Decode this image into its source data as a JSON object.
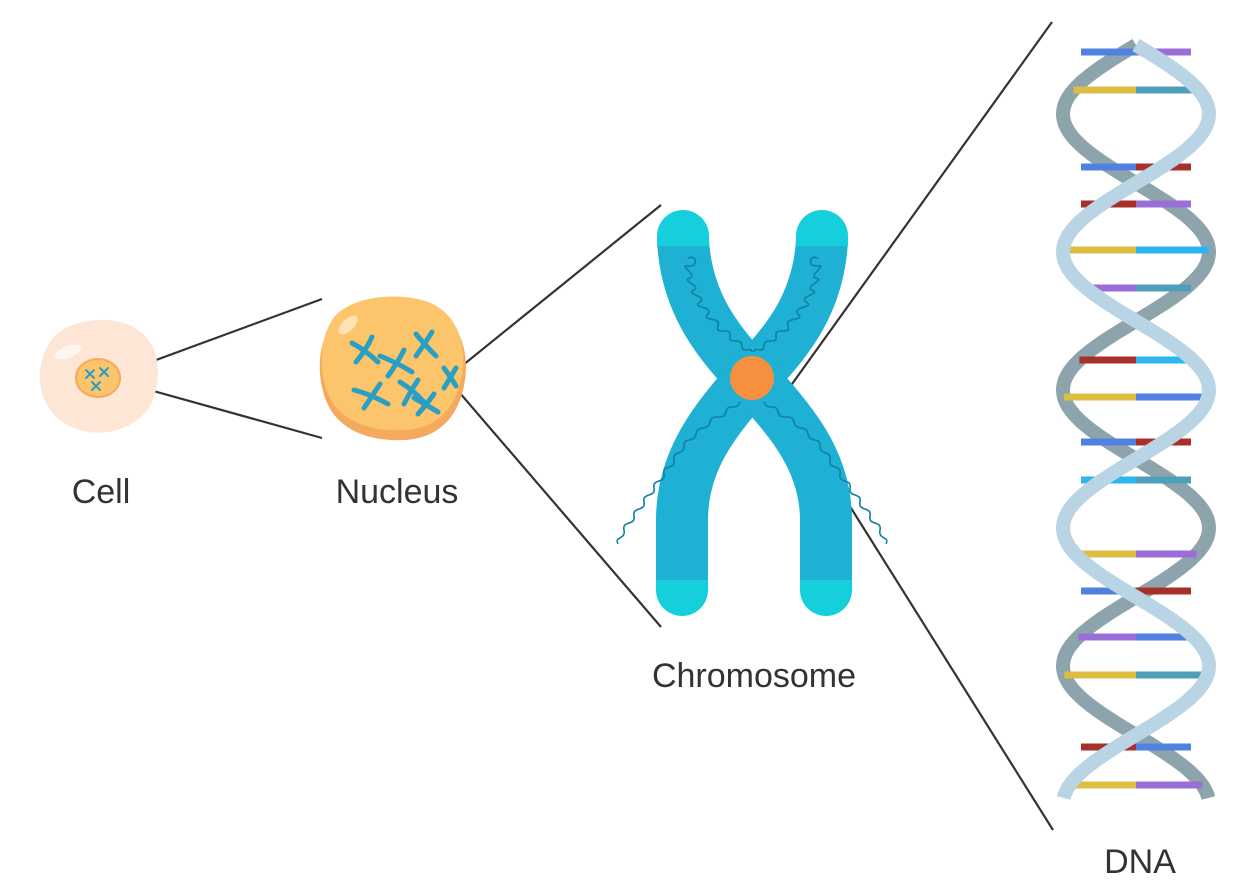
{
  "labels": {
    "cell": "Cell",
    "nucleus": "Nucleus",
    "chromosome": "Chromosome",
    "dna": "DNA"
  },
  "colors": {
    "cell_body": "#fde6d6",
    "nucleus_fill": "#fcc46b",
    "nucleus_edge": "#f5a95c",
    "chromosome_arm": "#1eb1d4",
    "chromosome_tip": "#15cfdc",
    "centromere": "#f7903e",
    "coil": "#137fa6",
    "zoom_line": "#333333",
    "helix_front": "#b9d4e4",
    "helix_back": "#8ea4ad",
    "base_blue": "#5181e0",
    "base_purple": "#9a6ed8",
    "base_yellow": "#dcbe45",
    "base_teal": "#4e9fba",
    "base_red": "#a8302a",
    "base_cyan": "#2cb5ef"
  },
  "icons": [
    "cell-icon",
    "nucleus-icon",
    "chromosome-icon",
    "dna-helix-icon"
  ]
}
